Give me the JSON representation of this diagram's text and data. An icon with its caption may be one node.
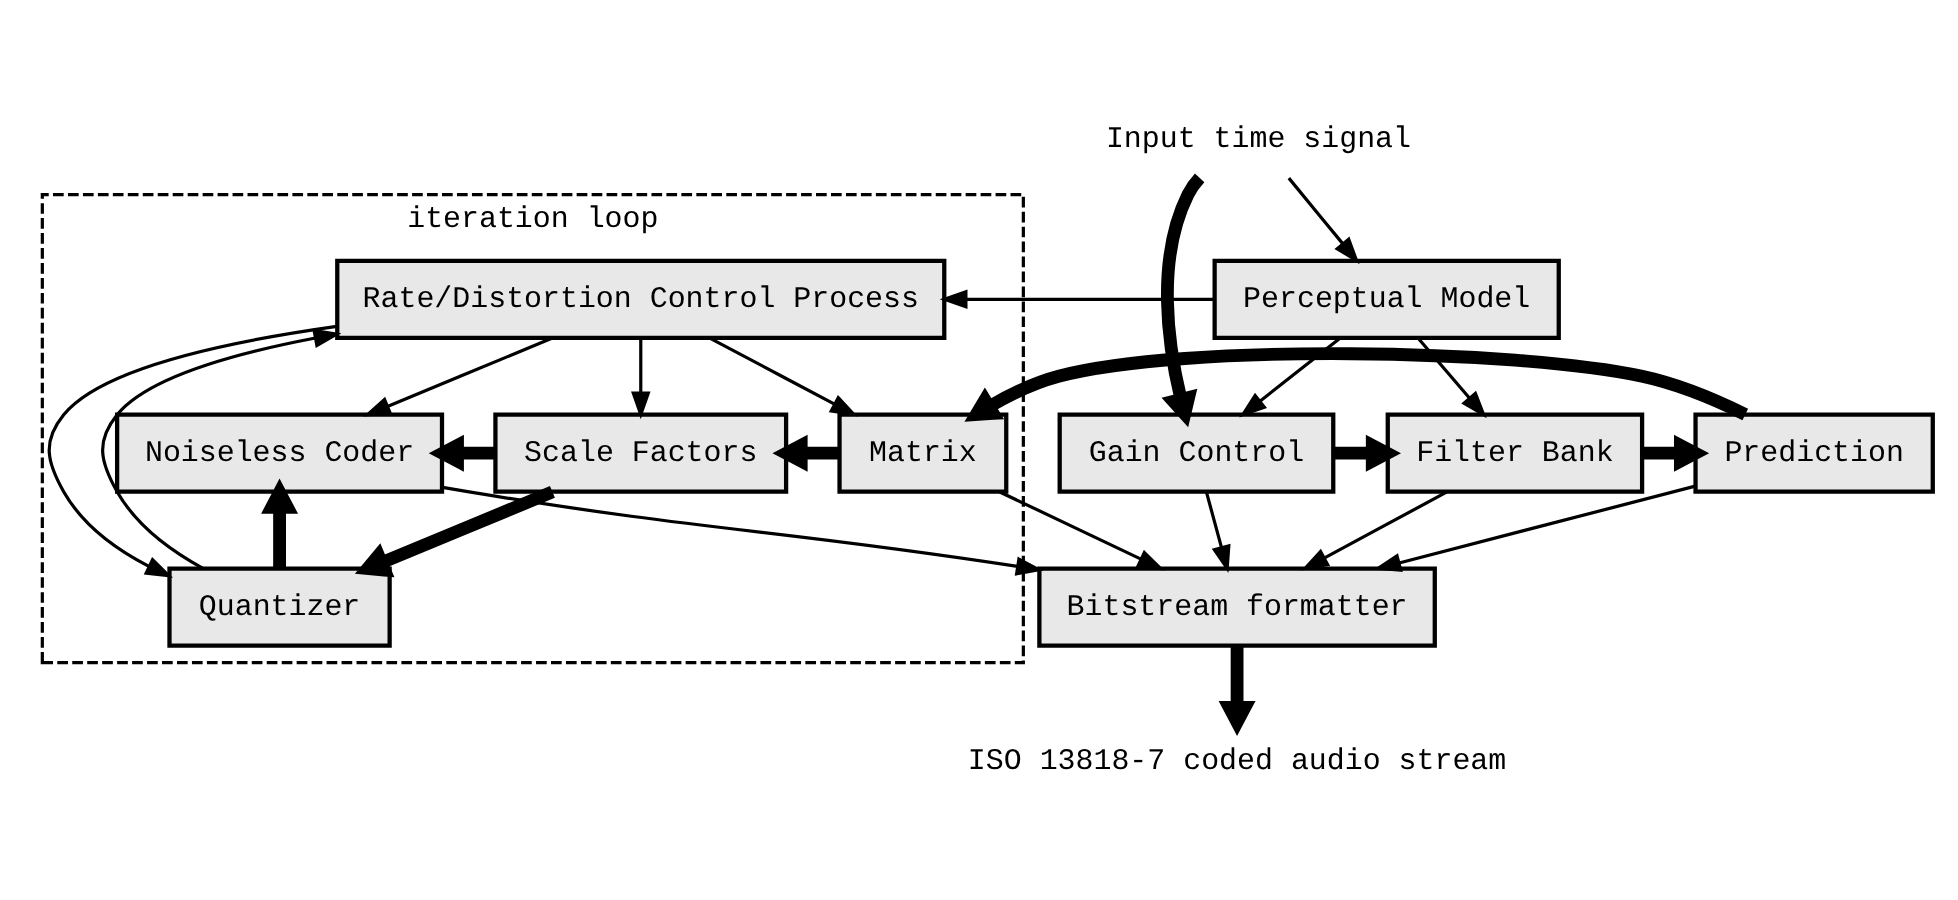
{
  "diagram": {
    "nodes": [
      {
        "text": [
          "Perceptual Model"
        ]
      },
      {
        "text": [
          "iteration loop"
        ]
      },
      {
        "text": [
          "Rate/Distortion Control Process"
        ],
        "in": 1
      },
      {
        "text": [
          "Gain Control"
        ]
      },
      {
        "text": [
          "Filter Bank"
        ]
      },
      {
        "text": [
          "Prediction"
        ]
      },
      {
        "text": [
          "Matrix"
        ],
        "in": 1
      },
      {
        "text": [
          "Scale Factors"
        ],
        "in": 1
      },
      {
        "text": [
          "Quantizer"
        ],
        "in": 1
      },
      {
        "text": [
          "Noiseless Coder"
        ],
        "in": 1
      },
      {
        "text": [
          "Bitstream formatter"
        ]
      },
      {
        "text": [
          "Input time signal"
        ]
      },
      {
        "text": [
          "ISO 13818-7 coded audio stream"
        ]
      }
    ],
    "edges": [
      {
        "from": 11,
        "to": 3,
        "arrow": "to",
        "style": "thick"
      },
      {
        "from": 11,
        "to": 0,
        "arrow": "to"
      },
      {
        "from": 0,
        "to": 3,
        "arrow": "to"
      },
      {
        "from": 0,
        "to": 4,
        "arrow": "to"
      },
      {
        "from": 0,
        "to": 2,
        "arrow": "to"
      },
      {
        "from": 2,
        "to": 6,
        "arrow": "to"
      },
      {
        "from": 2,
        "to": 7,
        "arrow": "to"
      },
      {
        "from": 2,
        "to": 8,
        "arrow": "to"
      },
      {
        "from": 8,
        "to": 2,
        "arrow": "to"
      },
      {
        "from": 2,
        "to": 9,
        "arrow": "to"
      },
      {
        "from": 3,
        "to": 4,
        "arrow": "to",
        "style": "thick"
      },
      {
        "from": 4,
        "to": 5,
        "arrow": "to",
        "style": "thick"
      },
      {
        "from": 5,
        "to": 6,
        "arrow": "to",
        "style": "thick"
      },
      {
        "from": 6,
        "to": 7,
        "arrow": "to",
        "style": "thick"
      },
      {
        "from": 7,
        "to": 8,
        "arrow": "to",
        "style": "thick"
      },
      {
        "from": 7,
        "to": 9,
        "arrow": "to",
        "style": "thick"
      },
      {
        "from": 8,
        "to": 9,
        "arrow": "to",
        "style": "thick"
      },
      {
        "from": 3,
        "to": 10,
        "arrow": "to"
      },
      {
        "from": 4,
        "to": 10,
        "arrow": "to"
      },
      {
        "from": 5,
        "to": 10,
        "arrow": "to"
      },
      {
        "from": 6,
        "to": 10,
        "arrow": "to"
      },
      {
        "from": 9,
        "to": 10,
        "arrow": "to"
      },
      {
        "from": 10,
        "to": 12,
        "arrow": "to",
        "style": "thick"
      }
    ]
  }
}
